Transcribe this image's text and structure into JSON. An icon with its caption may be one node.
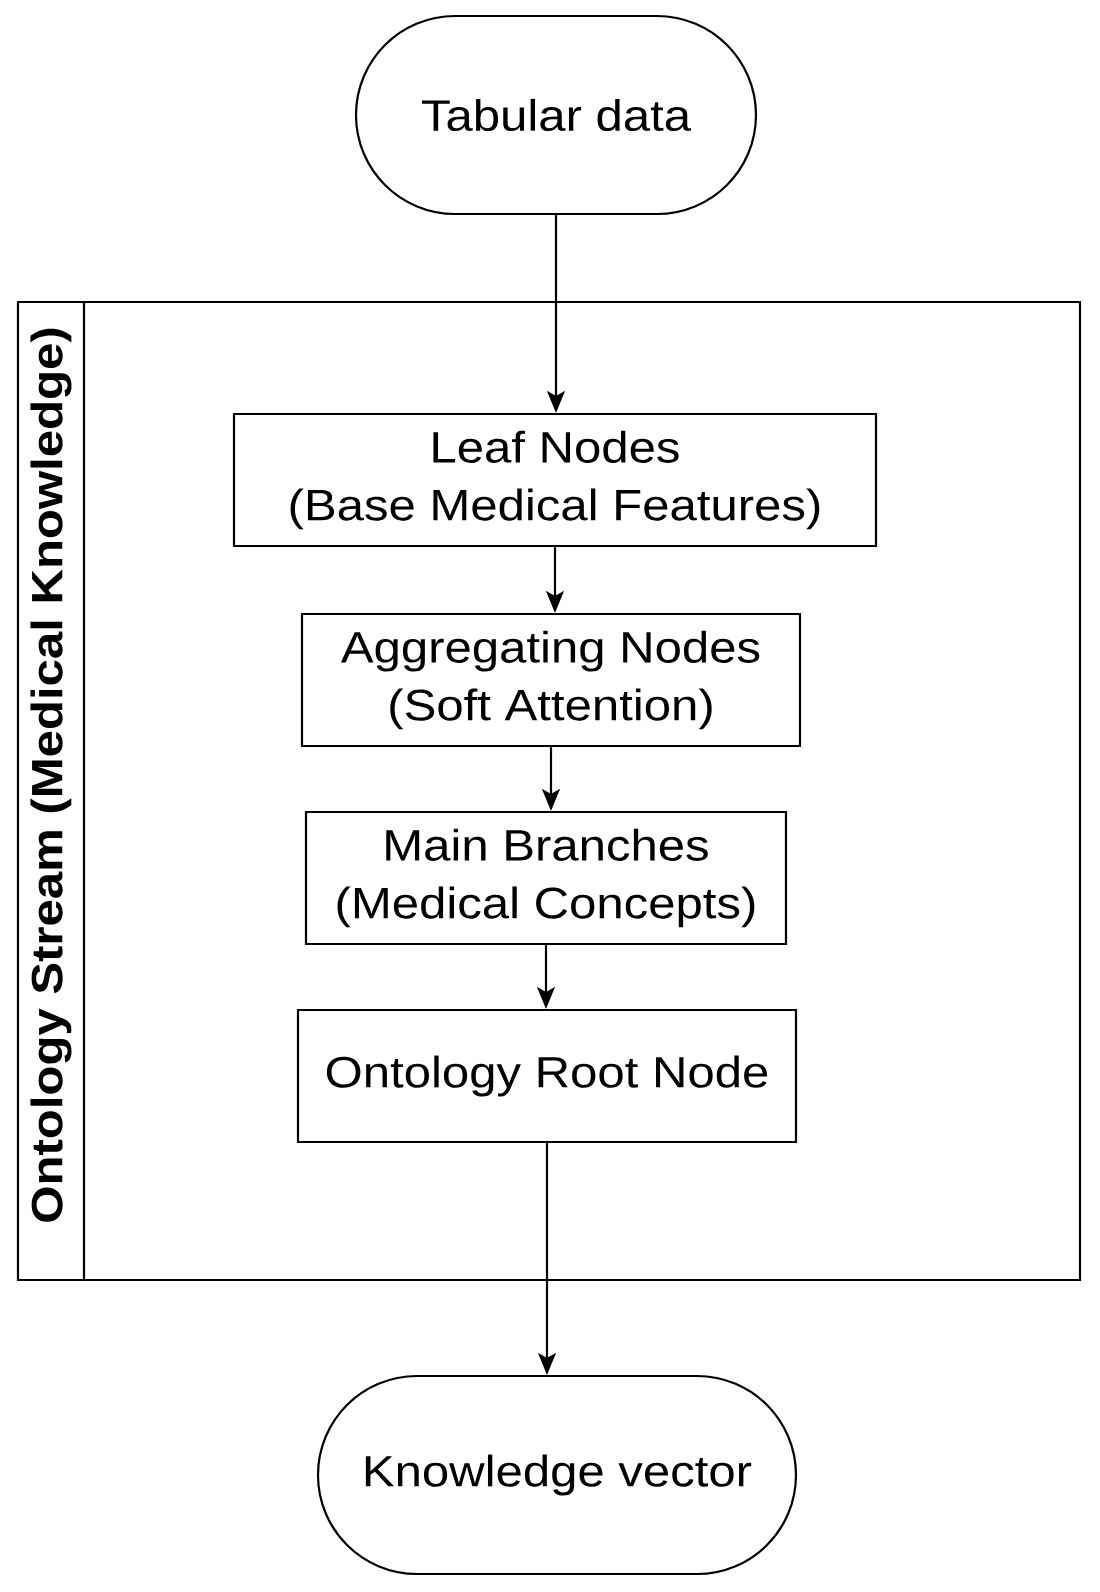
{
  "diagram": {
    "nodes": [
      {
        "text": [
          "Tabular data"
        ]
      },
      {
        "text": [
          "Ontology Stream (Medical Knowledge)"
        ]
      },
      {
        "text": [
          "Leaf Nodes",
          "(Base Medical Features)"
        ],
        "in": 1
      },
      {
        "text": [
          "Aggregating Nodes",
          "(Soft Attention)"
        ],
        "in": 1
      },
      {
        "text": [
          "Main Branches",
          "(Medical Concepts)"
        ],
        "in": 1
      },
      {
        "text": [
          "Ontology Root Node"
        ],
        "in": 1
      },
      {
        "text": [
          "Knowledge vector"
        ]
      }
    ],
    "edges": [
      {
        "from": 0,
        "to": 2,
        "arrow": "to"
      },
      {
        "from": 2,
        "to": 3,
        "arrow": "to"
      },
      {
        "from": 3,
        "to": 4,
        "arrow": "to"
      },
      {
        "from": 4,
        "to": 5,
        "arrow": "to"
      },
      {
        "from": 5,
        "to": 6,
        "arrow": "to"
      }
    ]
  }
}
